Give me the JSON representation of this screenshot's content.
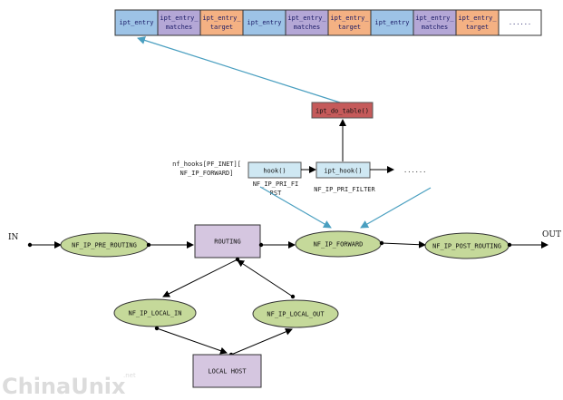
{
  "table_row": [
    {
      "l1": "ipt_entry",
      "l2": "",
      "kind": "entry"
    },
    {
      "l1": "ipt_entry_",
      "l2": "matches",
      "kind": "match"
    },
    {
      "l1": "ipt_entry_",
      "l2": "target",
      "kind": "target"
    },
    {
      "l1": "ipt_entry",
      "l2": "",
      "kind": "entry"
    },
    {
      "l1": "ipt_entry_",
      "l2": "matches",
      "kind": "match"
    },
    {
      "l1": "ipt_entry_",
      "l2": "target",
      "kind": "target"
    },
    {
      "l1": "ipt_entry",
      "l2": "",
      "kind": "entry"
    },
    {
      "l1": "ipt_entry_",
      "l2": "matches",
      "kind": "match"
    },
    {
      "l1": "ipt_entry_",
      "l2": "target",
      "kind": "target"
    },
    {
      "l1": "......",
      "l2": "",
      "kind": "more"
    }
  ],
  "colors": {
    "entry": "#9dc3e6",
    "match": "#b4a7d6",
    "target": "#f4b183",
    "more": "#ffffff",
    "do_table": "#c55a5a",
    "hook_box": "#cfe8f3",
    "routing": "#d5c6e0",
    "hook_node": "#c5d99a",
    "arrow_blue": "#4a9fc0"
  },
  "ipt_do_table": "ipt_do_table()",
  "hook_box": "hook()",
  "ipt_hook_box": "ipt_hook()",
  "hook_dots": "......",
  "nf_hooks_label_1": "nf_hooks[PF_INET][",
  "nf_hooks_label_2": "NF_IP_FORWARD]",
  "pri_first_1": "NF_IP_PRI_FI",
  "pri_first_2": "RST",
  "pri_filter": "NF_IP_PRI_FILTER",
  "in_label": "IN",
  "out_label": "OUT",
  "pre_routing": "NF_IP_PRE_ROUTING",
  "routing": "ROUTING",
  "forward": "NF_IP_FORWARD",
  "post_routing": "NF_IP_POST_ROUTING",
  "local_in": "NF_IP_LOCAL_IN",
  "local_out": "NF_IP_LOCAL_OUT",
  "local_host": "LOCAL HOST",
  "watermark": "ChinaUnix",
  "watermark_net": ".net"
}
